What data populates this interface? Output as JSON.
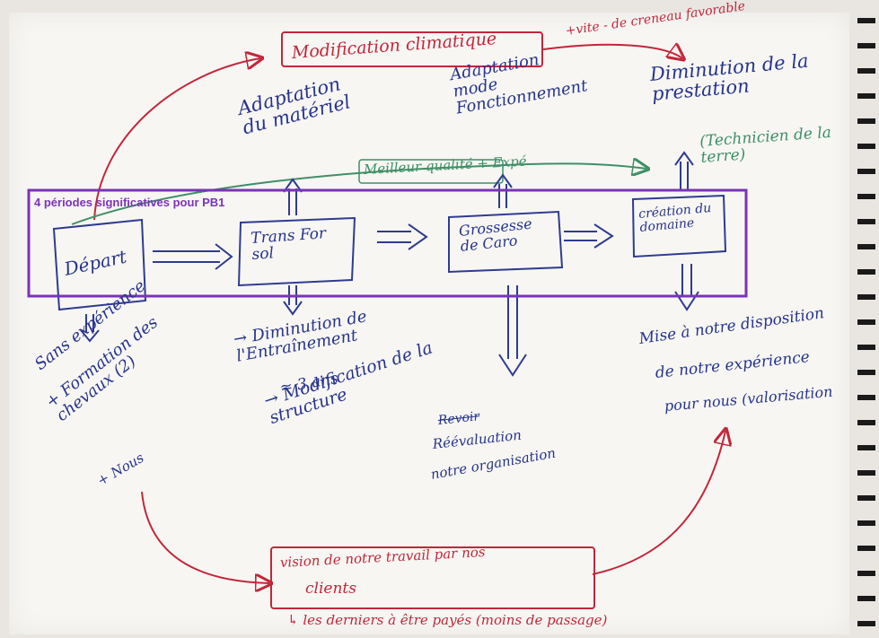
{
  "overlay": {
    "periods_label": "4 périodes significatives pour PB1"
  },
  "nodes": {
    "depart": "Départ",
    "transfor": "Trans For sol",
    "grossesse": "Grossesse de Caro",
    "creation": "création du domaine"
  },
  "top": {
    "modification": "Modification climatique",
    "plus_vite": "+vite - de creneau favorable",
    "adaptation_materiel": "Adaptation du matériel",
    "adaptation_mode": "Adaptation mode Fonctionnement",
    "diminution_prestation": "Diminution de la prestation",
    "meilleur": "Meilleur qualité + Expé",
    "technicien": "(Technicien de la terre)"
  },
  "left": {
    "sans_experience": "Sans expérience",
    "formation": "+ Formation des chevaux (2)",
    "nous": "+ Nous"
  },
  "middle": {
    "diminution_entrainement": "→ Diminution de l'Entraînement",
    "trois_ans": "≃ 3 ans",
    "modification_structure": "→ Modification de la structure",
    "revision_strike": "Revoir",
    "reevaluation": "Réévaluation",
    "organisation": "notre organisation"
  },
  "right": {
    "mise": "Mise à notre disposition",
    "experience": "de notre expérience",
    "pour_nous": "pour nous (valorisation"
  },
  "bottom": {
    "vision1": "vision de notre travail par nos",
    "vision2": "clients",
    "derniers": "↳ les derniers à être payés (moins de passage)"
  }
}
